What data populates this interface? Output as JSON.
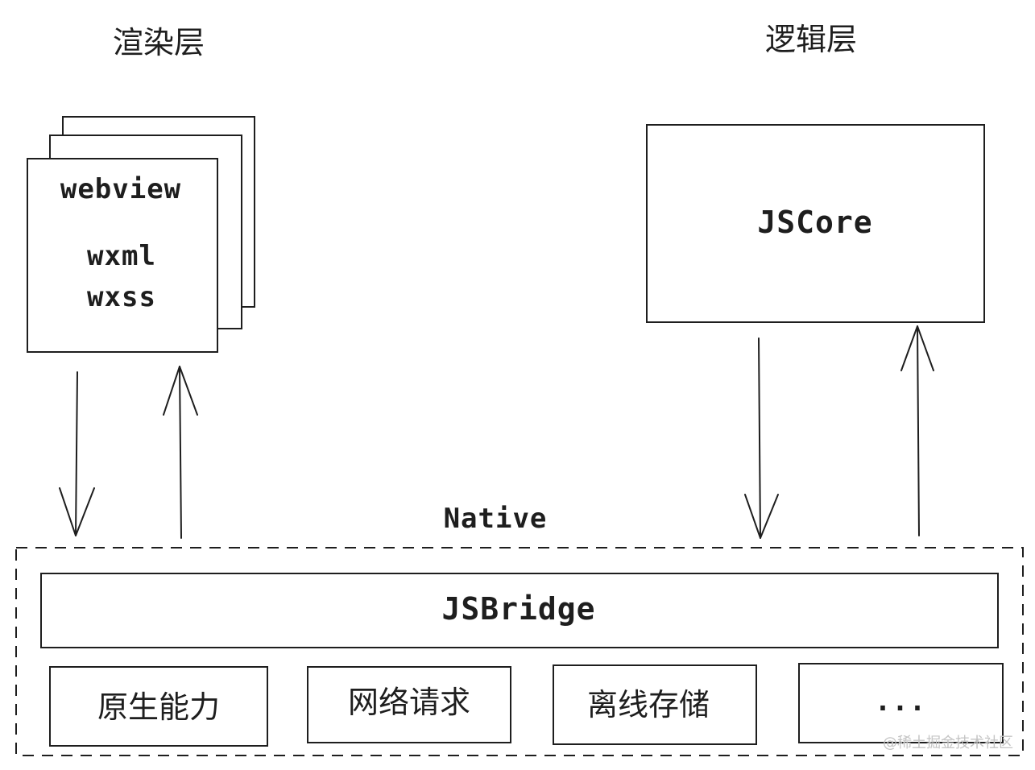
{
  "render_layer": {
    "title": "渲染层",
    "webview_label": "webview",
    "wxml_label": "wxml",
    "wxss_label": "wxss"
  },
  "logic_layer": {
    "title": "逻辑层",
    "jscore_label": "JSCore"
  },
  "native": {
    "label": "Native",
    "bridge_label": "JSBridge",
    "capabilities": [
      {
        "label": "原生能力"
      },
      {
        "label": "网络请求"
      },
      {
        "label": "离线存储"
      },
      {
        "label": "..."
      }
    ]
  },
  "watermark": "@稀土掘金技术社区"
}
